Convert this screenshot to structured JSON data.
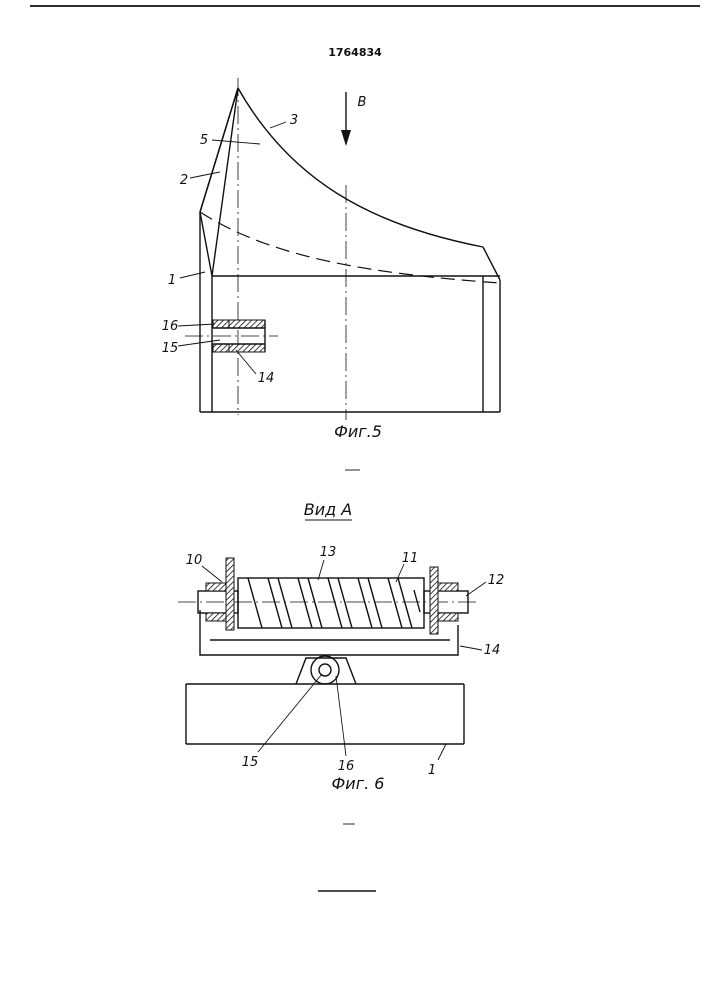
{
  "document": {
    "patent_number": "1764834",
    "top_rule": true
  },
  "figure5": {
    "caption": "Фиг.5",
    "view_marker": "В",
    "labels": {
      "l1": "1",
      "l2": "2",
      "l3": "3",
      "l5": "5",
      "l14": "14",
      "l15": "15",
      "l16": "16"
    }
  },
  "figure6": {
    "view_title": "Вид А",
    "caption": "Фиг. 6",
    "labels": {
      "l1": "1",
      "l10": "10",
      "l11": "11",
      "l12": "12",
      "l13": "13",
      "l14": "14",
      "l15": "15",
      "l16": "16"
    }
  },
  "colors": {
    "ink": "#111111",
    "paper": "#ffffff"
  }
}
